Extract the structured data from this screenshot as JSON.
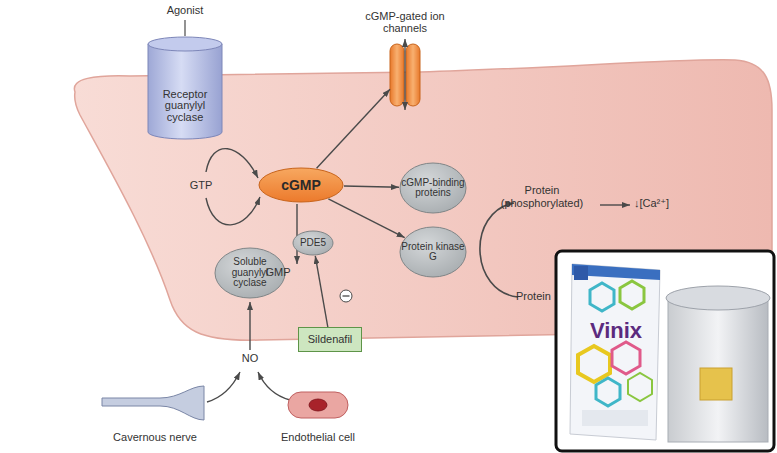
{
  "diagram": {
    "nodes": [
      {
        "text": [
          "Receptor guanylyl cyclase"
        ]
      },
      {
        "text": [
          "cGMP-gated ion channels"
        ]
      },
      {
        "text": [
          "cGMP"
        ]
      },
      {
        "text": [
          "cGMP-binding proteins"
        ]
      },
      {
        "text": [
          "PDE5"
        ]
      },
      {
        "text": [
          "Protein kinase G"
        ]
      },
      {
        "text": [
          "Soluble guanylyl cyclase"
        ]
      },
      {
        "text": [
          "Sildenafil"
        ]
      },
      {
        "text": [
          "Cavernous nerve"
        ]
      },
      {
        "text": [
          "Endothelial cell"
        ]
      }
    ],
    "edges": [
      {
        "from": 2,
        "to": 1,
        "arrow": "to"
      },
      {
        "from": 2,
        "to": 3,
        "arrow": "to"
      },
      {
        "from": 2,
        "to": 5,
        "arrow": "to"
      },
      {
        "from": 7,
        "to": 4,
        "arrow": "to"
      }
    ],
    "labels": [
      "Agonist",
      "GTP",
      "GMP",
      "NO",
      "Protein (phosphorylated)",
      "↓[Ca²⁺]",
      "Protein",
      "Vinix"
    ]
  }
}
